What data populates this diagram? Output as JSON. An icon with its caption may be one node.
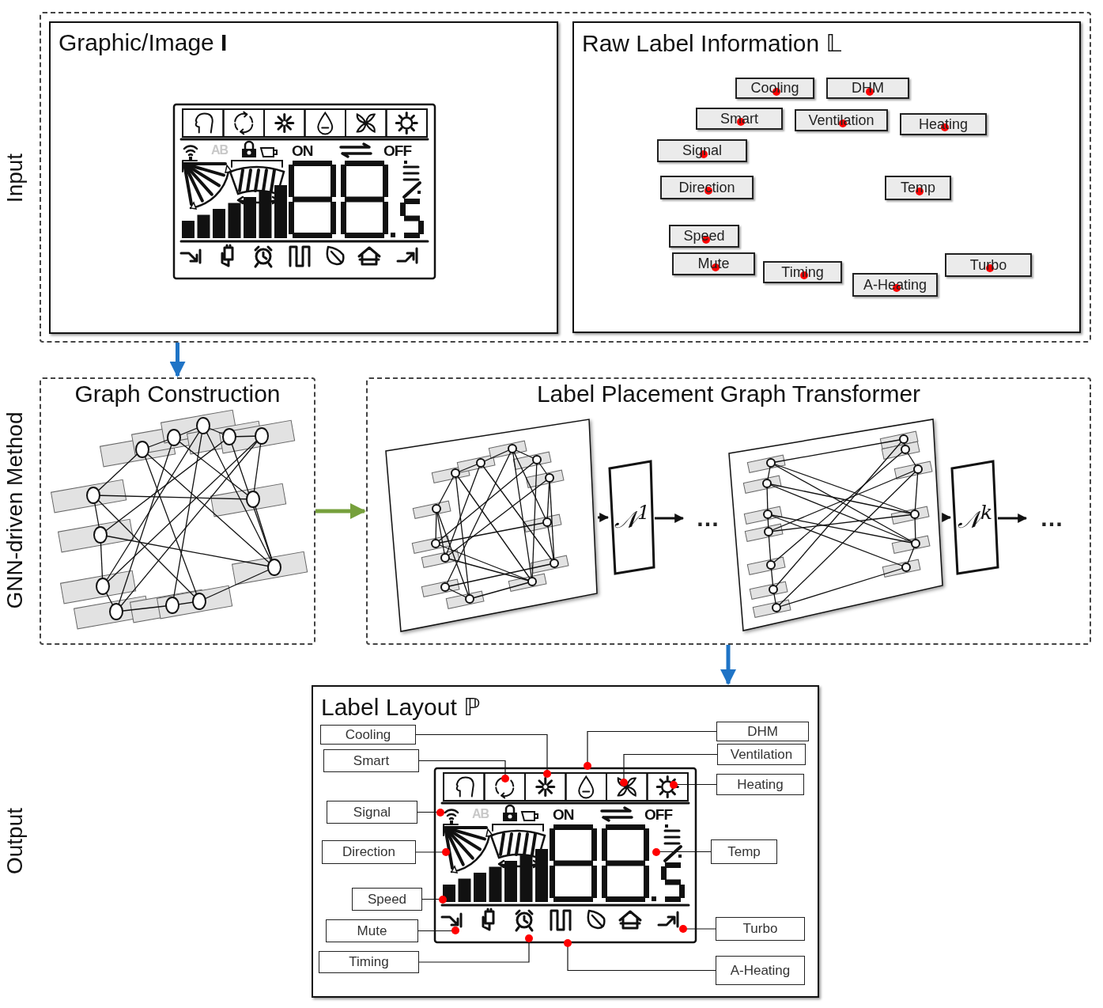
{
  "diagram": {
    "nodes": [
      {
        "text": [
          "Input"
        ]
      },
      {
        "text": [
          "Graphic/Image **I**"
        ],
        "in": 0
      },
      {
        "text": [
          "Raw Label Information 𝕃"
        ],
        "in": 0
      },
      {
        "text": [
          "Cooling"
        ],
        "in": 2
      },
      {
        "text": [
          "DHM"
        ],
        "in": 2
      },
      {
        "text": [
          "Smart"
        ],
        "in": 2
      },
      {
        "text": [
          "Ventilation"
        ],
        "in": 2
      },
      {
        "text": [
          "Heating"
        ],
        "in": 2
      },
      {
        "text": [
          "Signal"
        ],
        "in": 2
      },
      {
        "text": [
          "Direction"
        ],
        "in": 2
      },
      {
        "text": [
          "Temp"
        ],
        "in": 2
      },
      {
        "text": [
          "Speed"
        ],
        "in": 2
      },
      {
        "text": [
          "Mute"
        ],
        "in": 2
      },
      {
        "text": [
          "Turbo"
        ],
        "in": 2
      },
      {
        "text": [
          "Timing"
        ],
        "in": 2
      },
      {
        "text": [
          "A-Heating"
        ],
        "in": 2
      },
      {
        "text": [
          "Graph Construction"
        ],
        "beside": [
          "GNN-driven Method"
        ]
      },
      {
        "text": [
          "Label Placement Graph Transformer"
        ]
      },
      {
        "text": [],
        "shape": "picture",
        "in": 17
      },
      {
        "text": [
          "𝒩$^{1}$"
        ],
        "in": 17
      },
      {
        "text": [
          "…"
        ],
        "in": 17
      },
      {
        "text": [],
        "shape": "picture",
        "in": 17
      },
      {
        "text": [
          "𝒩$^{k}$"
        ],
        "in": 17
      },
      {
        "text": [
          "…"
        ],
        "in": 17
      },
      {
        "text": [
          "Label Layout ℙ"
        ]
      },
      {
        "text": [
          "Cooling"
        ],
        "in": 24
      },
      {
        "text": [
          "DHM"
        ],
        "in": 24
      },
      {
        "text": [
          "Smart"
        ],
        "in": 24
      },
      {
        "text": [
          "Ventilation"
        ],
        "in": 24
      },
      {
        "text": [
          "Heating"
        ],
        "in": 24
      },
      {
        "text": [
          "Signal"
        ],
        "in": 24
      },
      {
        "text": [
          "Direction"
        ],
        "in": 24
      },
      {
        "text": [
          "Temp"
        ],
        "in": 24
      },
      {
        "text": [
          "Speed"
        ],
        "in": 24
      },
      {
        "text": [
          "Turbo"
        ],
        "in": 24
      },
      {
        "text": [
          "Mute"
        ],
        "in": 24
      },
      {
        "text": [
          "Timing"
        ],
        "in": 24
      },
      {
        "text": [
          "A-Heating"
        ],
        "in": 24
      },
      {
        "text": [],
        "shape": "picture",
        "in": 24
      }
    ],
    "edges": [
      {
        "from": 0,
        "to": 16,
        "arrow": "to",
        "style": "thick",
        "color": "#1f74c6"
      },
      {
        "from": 16,
        "to": 17,
        "arrow": "to",
        "style": "thick",
        "color": "#76a03c"
      },
      {
        "from": 17,
        "to": 24,
        "arrow": "to",
        "style": "thick",
        "color": "#1f74c6"
      },
      {
        "from": 18,
        "to": 19,
        "arrow": "to"
      },
      {
        "from": 19,
        "to": 20,
        "arrow": "to"
      },
      {
        "from": 21,
        "to": 22,
        "arrow": "to"
      },
      {
        "from": 22,
        "to": 23,
        "arrow": "to"
      },
      {
        "from": 25,
        "to": 38,
        "arrow": "other"
      },
      {
        "from": 26,
        "to": 38,
        "arrow": "other"
      },
      {
        "from": 27,
        "to": 38,
        "arrow": "other"
      },
      {
        "from": 28,
        "to": 38,
        "arrow": "other"
      },
      {
        "from": 29,
        "to": 38,
        "arrow": "other"
      },
      {
        "from": 30,
        "to": 38,
        "arrow": "other"
      },
      {
        "from": 31,
        "to": 38,
        "arrow": "other"
      },
      {
        "from": 32,
        "to": 38,
        "arrow": "other"
      },
      {
        "from": 33,
        "to": 38,
        "arrow": "other"
      },
      {
        "from": 34,
        "to": 38,
        "arrow": "other"
      },
      {
        "from": 35,
        "to": 38,
        "arrow": "other"
      },
      {
        "from": 36,
        "to": 38,
        "arrow": "other"
      },
      {
        "from": 37,
        "to": 38,
        "arrow": "other"
      }
    ],
    "labels": [
      "AB",
      "ON",
      "OFF",
      "AB",
      "ON",
      "OFF",
      "Output"
    ]
  }
}
